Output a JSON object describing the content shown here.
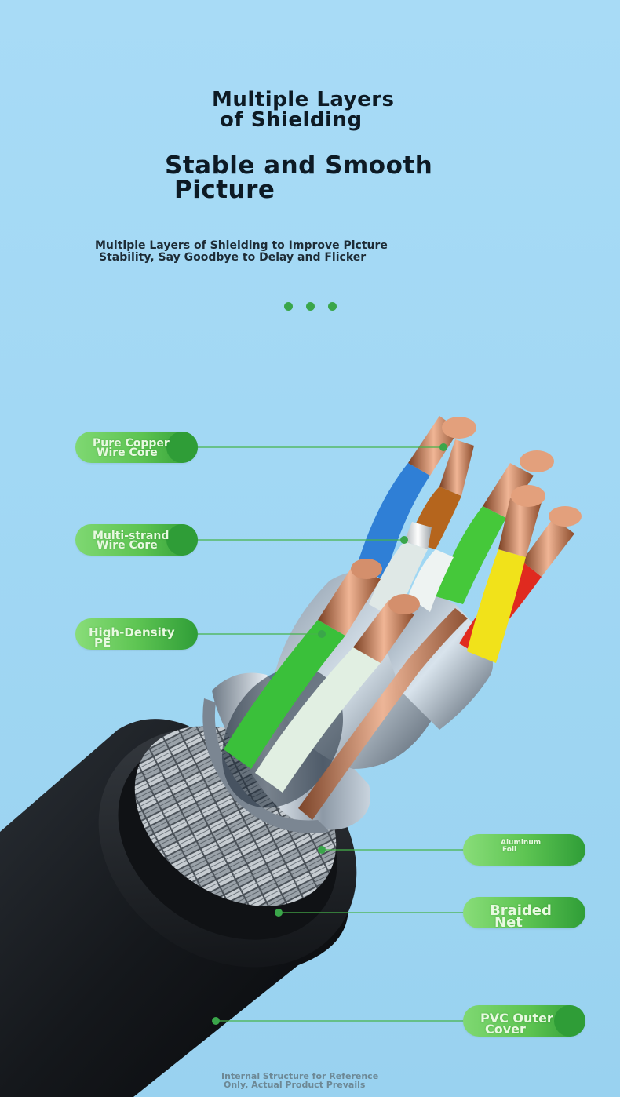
{
  "title1": {
    "line1": "Multiple Layers",
    "line2": "of Shielding"
  },
  "title2": {
    "line1": "Stable and Smooth",
    "line2": "Picture"
  },
  "subtitle": {
    "line1": "Multiple Layers of Shielding to Improve Picture",
    "line2": "Stability, Say Goodbye to Delay and Flicker"
  },
  "callouts": {
    "copper": {
      "line1": "Pure Copper",
      "line2": "Wire Core"
    },
    "strand": {
      "line1": "Multi-strand",
      "line2": "Wire Core"
    },
    "pe": {
      "line1": "High-Density",
      "line2": "PE"
    },
    "foil": {
      "line1": "Aluminum",
      "line2": "Foil"
    },
    "braid": {
      "line1": "Braided",
      "line2": "Net"
    },
    "pvc": {
      "line1": "PVC Outer",
      "line2": "Cover"
    }
  },
  "footer": {
    "line1": "Internal Structure for Reference",
    "line2": "Only, Actual Product Prevails"
  },
  "colors": {
    "accent_green": "#3aa64a",
    "background": "#a2d8f4",
    "wire_blue": "#2f7fd6",
    "wire_brown": "#b5651d",
    "wire_green": "#45c83a",
    "wire_yellow": "#f1e21a",
    "wire_red": "#e02a1f",
    "wire_white": "#e4f0e4",
    "jacket": "#1b1e22"
  }
}
